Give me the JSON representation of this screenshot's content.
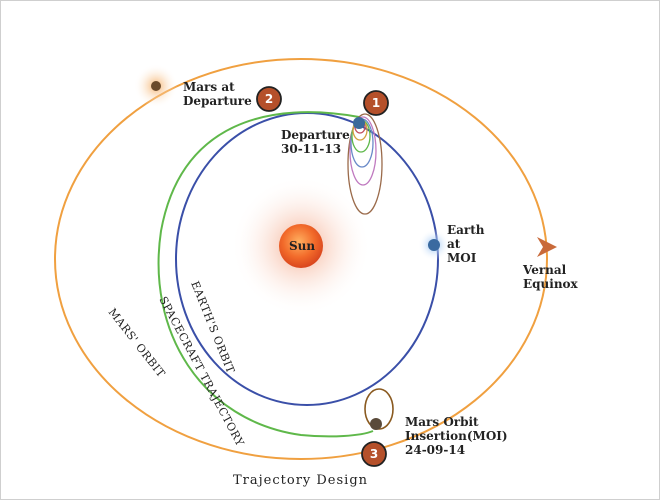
{
  "caption": "Trajectory Design",
  "sun": {
    "label": "Sun"
  },
  "steps": [
    {
      "number": "1",
      "label_line1": "Departure",
      "label_line2": "30-11-13"
    },
    {
      "number": "2",
      "label_line1": "Mars at",
      "label_line2": "Departure"
    },
    {
      "number": "3",
      "label_line1": "Mars Orbit",
      "label_line2": "Insertion(MOI)",
      "label_line3": "24-09-14"
    }
  ],
  "earth_at_moi": {
    "line1": "Earth",
    "line2": "at",
    "line3": "MOI"
  },
  "vernal_equinox": {
    "line1": "Vernal",
    "line2": "Equinox"
  },
  "orbits": {
    "earth": "EARTH'S ORBIT",
    "spacecraft": "SPACECRAFT   TRAJECTORY",
    "mars": "MARS' ORBIT"
  },
  "colors": {
    "mars_orbit": "#f0a040",
    "earth_orbit": "#3a4fa8",
    "spacecraft_trajectory": "#5fb84a",
    "step_badge": "#b5502a",
    "sun": "#e8552a",
    "vernal_arrow": "#c96a3a"
  }
}
